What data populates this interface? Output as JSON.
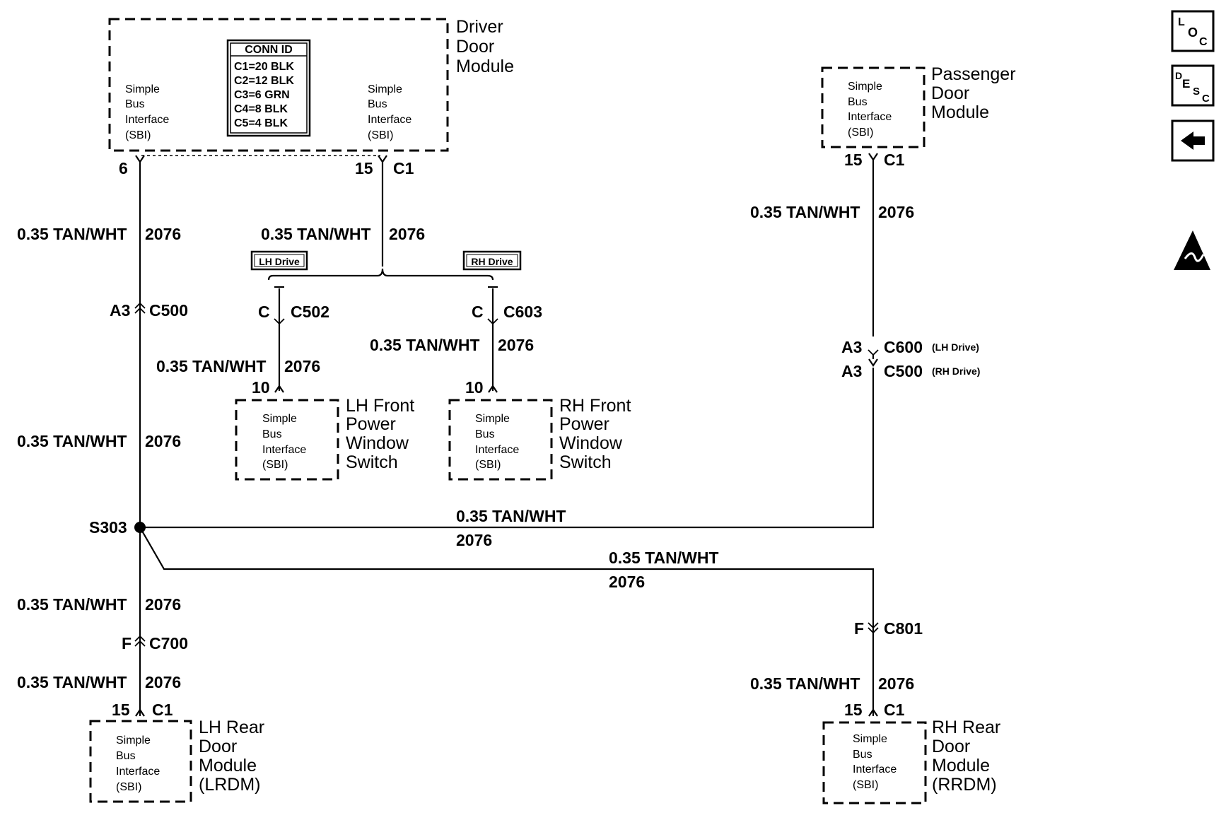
{
  "modules": {
    "driver": {
      "name": [
        "Driver",
        "Door",
        "Module"
      ],
      "left_sbi": [
        "Simple",
        "Bus",
        "Interface",
        "(SBI)"
      ],
      "right_sbi": [
        "Simple",
        "Bus",
        "Interface",
        "(SBI)"
      ]
    },
    "passenger": {
      "name": [
        "Passenger",
        "Door",
        "Module"
      ],
      "sbi": [
        "Simple",
        "Bus",
        "Interface",
        "(SBI)"
      ]
    },
    "lh_front_switch": {
      "name": [
        "LH Front",
        "Power",
        "Window",
        "Switch"
      ],
      "sbi": [
        "Simple",
        "Bus",
        "Interface",
        "(SBI)"
      ]
    },
    "rh_front_switch": {
      "name": [
        "RH Front",
        "Power",
        "Window",
        "Switch"
      ],
      "sbi": [
        "Simple",
        "Bus",
        "Interface",
        "(SBI)"
      ]
    },
    "lh_rear": {
      "name": [
        "LH Rear",
        "Door",
        "Module",
        "(LRDM)"
      ],
      "sbi": [
        "Simple",
        "Bus",
        "Interface",
        "(SBI)"
      ]
    },
    "rh_rear": {
      "name": [
        "RH Rear",
        "Door",
        "Module",
        "(RRDM)"
      ],
      "sbi": [
        "Simple",
        "Bus",
        "Interface",
        "(SBI)"
      ]
    }
  },
  "conn_id": {
    "title": "CONN ID",
    "rows": [
      "C1=20 BLK",
      "C2=12 BLK",
      "C3=6 GRN",
      "C4=8 BLK",
      "C5=4 BLK"
    ]
  },
  "wire": {
    "gauge_color": "0.35 TAN/WHT",
    "circuit": "2076"
  },
  "option_tags": {
    "lh": "LH Drive",
    "rh": "RH Drive"
  },
  "splice": "S303",
  "pins": {
    "driver_left": "6",
    "driver_right": "15",
    "driver_right_conn": "C1",
    "passenger": "15",
    "passenger_conn": "C1",
    "lh_switch": "10",
    "rh_switch": "10",
    "lh_rear": "15",
    "lh_rear_conn": "C1",
    "rh_rear": "15",
    "rh_rear_conn": "C1"
  },
  "connectors": {
    "c500_left": {
      "cavity": "A3",
      "name": "C500"
    },
    "c502": {
      "cavity": "C",
      "name": "C502"
    },
    "c603": {
      "cavity": "C",
      "name": "C603"
    },
    "c600": {
      "cavity": "A3",
      "name": "C600",
      "note": "(LH Drive)"
    },
    "c500_right": {
      "cavity": "A3",
      "name": "C500",
      "note": "(RH Drive)"
    },
    "c700": {
      "cavity": "F",
      "name": "C700"
    },
    "c801": {
      "cavity": "F",
      "name": "C801"
    }
  },
  "side_icons": {
    "loc": {
      "a": "L",
      "b": "O",
      "c": "C"
    },
    "desc": {
      "a": "D",
      "b": "E",
      "c": "S",
      "d": "C"
    }
  }
}
